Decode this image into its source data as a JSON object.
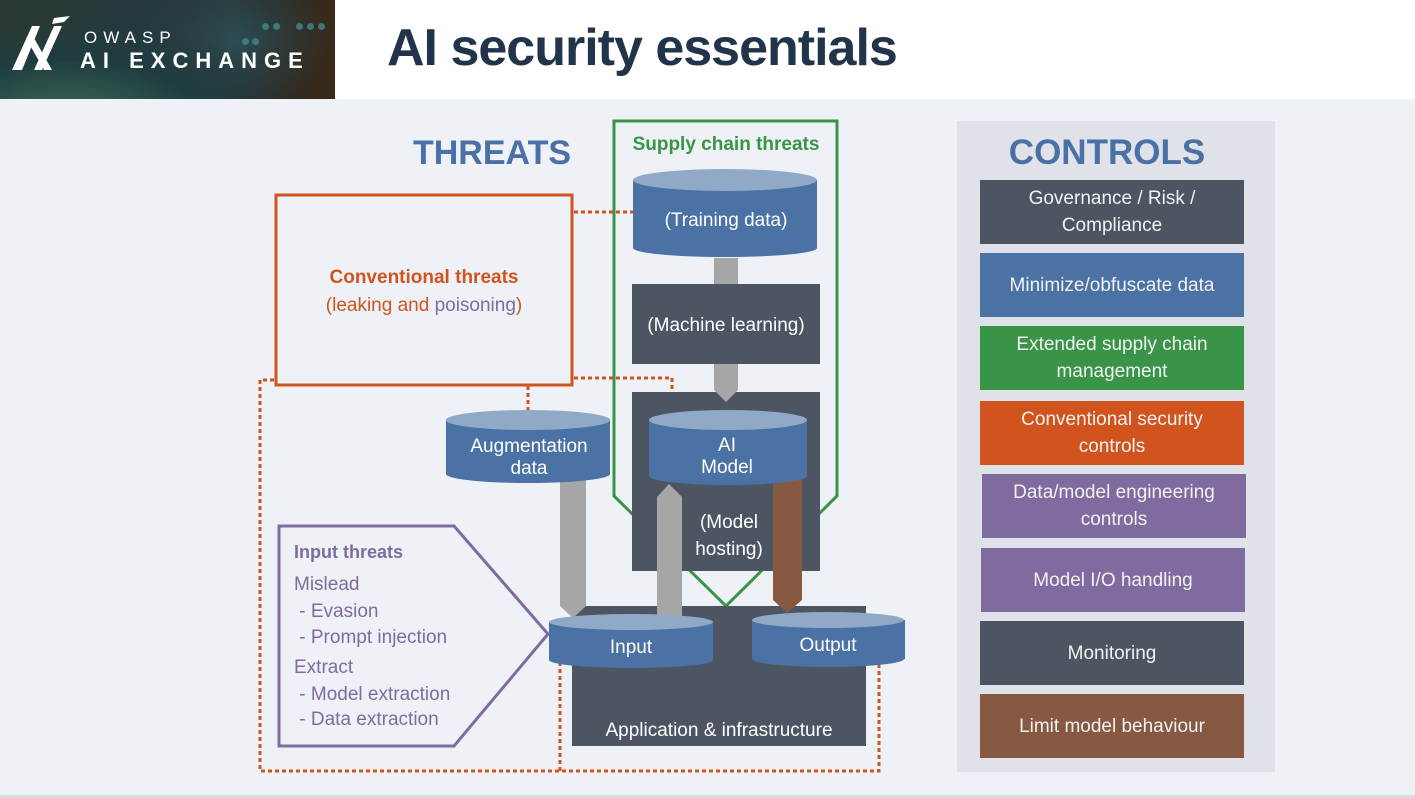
{
  "header": {
    "logo_top": "OWASP",
    "logo_bottom": "AI EXCHANGE",
    "title": "AI security essentials"
  },
  "threats": {
    "heading": "THREATS",
    "supply_chain_label": "Supply chain threats",
    "conventional": {
      "title": "Conventional threats",
      "paren_open": "(",
      "leaking_and": "leaking and ",
      "poisoning": "poisoning",
      "paren_close": ")"
    },
    "input_threats": {
      "title": "Input threats",
      "lines": [
        "Mislead",
        " - Evasion",
        " - Prompt injection",
        "Extract",
        " - Model extraction",
        " - Data extraction"
      ]
    }
  },
  "components": {
    "training_data": "(Training data)",
    "machine_learning": "(Machine learning)",
    "augmentation_data": [
      "Augmentation",
      "data"
    ],
    "ai_model": [
      "AI",
      "Model"
    ],
    "model_hosting": [
      "(Model",
      "hosting)"
    ],
    "input": "Input",
    "output": "Output",
    "app_infra": "Application & infrastructure"
  },
  "controls": {
    "heading": "CONTROLS",
    "items": [
      {
        "label": "Governance / Risk / Compliance",
        "color": "#4e5562"
      },
      {
        "label": "Minimize/obfuscate data",
        "color": "#4a72a4"
      },
      {
        "label": "Extended supply chain management",
        "color": "#3a9447"
      },
      {
        "label": "Conventional security controls",
        "color": "#d1541f"
      },
      {
        "label": "Data/model engineering controls",
        "color": "#7f6ba0"
      },
      {
        "label": "Model I/O handling",
        "color": "#7f6ba0"
      },
      {
        "label": "Monitoring",
        "color": "#4e5562"
      },
      {
        "label": "Limit model behaviour",
        "color": "#875842"
      }
    ]
  },
  "colors": {
    "orange": "#d1541f",
    "green": "#3a9447",
    "purple": "#7f6ba0",
    "blue": "#4a72a4",
    "dark": "#4e5562",
    "brown": "#875842",
    "gray_arrow": "#a6a6a6",
    "heading_blue": "#4b70a6"
  }
}
